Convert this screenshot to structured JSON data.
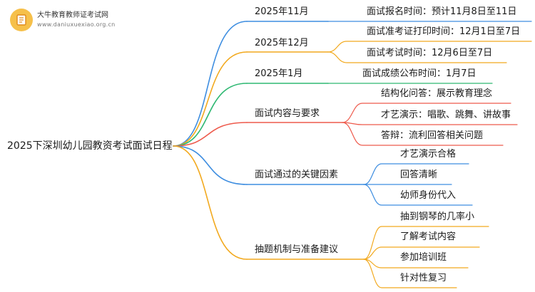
{
  "logo": {
    "name": "大牛教育教师证考试网",
    "url": "www.daniuxuexiao.org.cn"
  },
  "root": "2025下深圳幼儿园教资考试面试日程",
  "branches": [
    {
      "id": "nov",
      "label": "2025年11月",
      "color": "#3d8de0",
      "children": [
        "面试报名时间：预计11月8日至11日"
      ]
    },
    {
      "id": "dec",
      "label": "2025年12月",
      "color": "#f2a91e",
      "children": [
        "面试准考证打印时间：12月1日至7日",
        "面试考试时间：12月6日至7日"
      ]
    },
    {
      "id": "jan",
      "label": "2025年1月",
      "color": "#2eb872",
      "children": [
        "面试成绩公布时间：1月7日"
      ]
    },
    {
      "id": "content",
      "label": "面试内容与要求",
      "color": "#ee5a4c",
      "children": [
        "结构化问答：展示教育理念",
        "才艺演示：唱歌、跳舞、讲故事",
        "答辩：流利回答相关问题"
      ]
    },
    {
      "id": "keys",
      "label": "面试通过的关键因素",
      "color": "#3d8de0",
      "children": [
        "才艺演示合格",
        "回答清晰",
        "幼师身份代入"
      ]
    },
    {
      "id": "tips",
      "label": "抽题机制与准备建议",
      "color": "#f2a91e",
      "children": [
        "抽到钢琴的几率小",
        "了解考试内容",
        "参加培训班",
        "针对性复习"
      ]
    }
  ]
}
